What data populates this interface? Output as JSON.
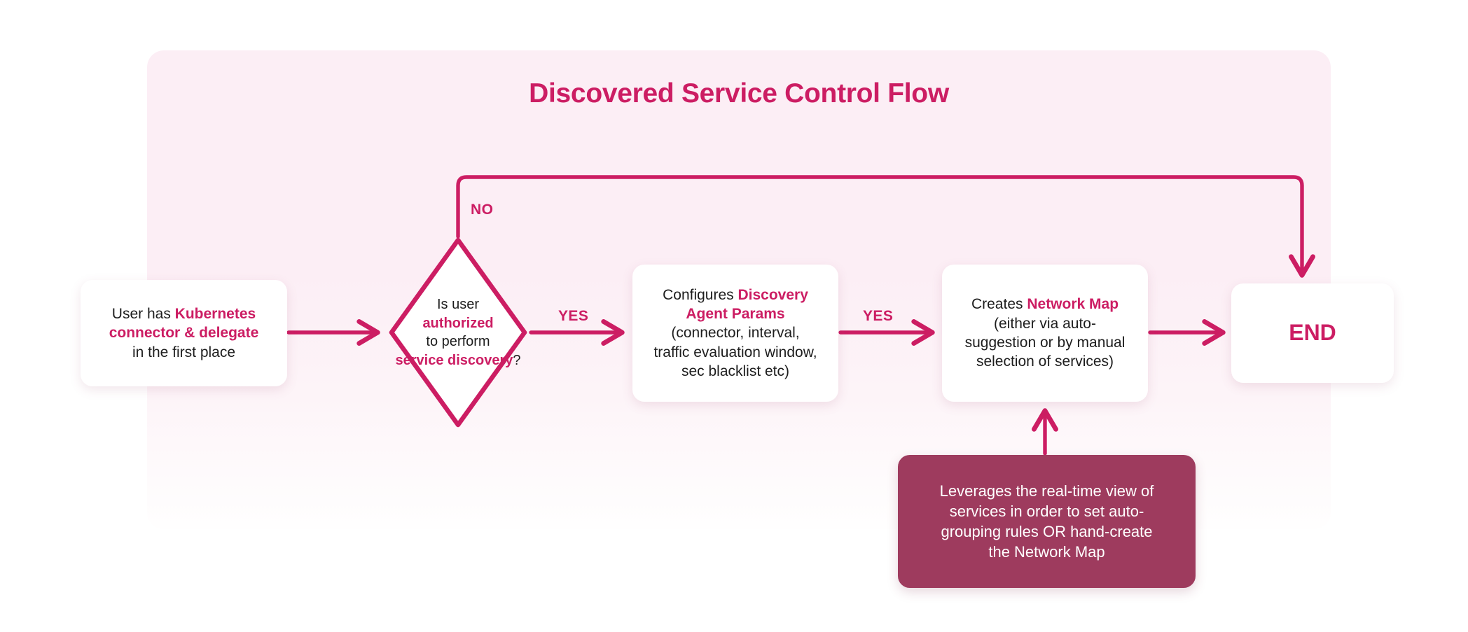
{
  "diagram": {
    "title": "Discovered Service Control Flow",
    "type": "flowchart",
    "colors": {
      "accent": "#CC1D63",
      "panel_background": "#FCEEF5",
      "note_background": "#9E3B5E",
      "card_background": "#FFFFFF",
      "text": "#1D1D1D",
      "page_background": "#FFFFFF"
    },
    "nodes": {
      "start": {
        "shape": "rounded-rectangle",
        "line1_plain": "User has ",
        "line1_highlight": "Kubernetes",
        "line2_highlight": "connector & delegate",
        "line3_plain": "in the first place"
      },
      "decision": {
        "shape": "diamond",
        "line1": "Is user",
        "line2_highlight": "authorized",
        "line3": "to perform",
        "line4_highlight": "service discovery",
        "line4_suffix": "?"
      },
      "configure": {
        "shape": "rounded-rectangle",
        "line1_plain": "Configures ",
        "line1_highlight": "Discovery",
        "line2_highlight": "Agent Params",
        "line3": "(connector, interval,",
        "line4": "traffic evaluation window,",
        "line5": "sec blacklist etc)"
      },
      "networkmap": {
        "shape": "rounded-rectangle",
        "line1_plain": "Creates ",
        "line1_highlight": "Network Map",
        "line2": "(either via auto-",
        "line3": "suggestion or by manual",
        "line4": "selection of services)"
      },
      "end": {
        "shape": "rounded-rectangle",
        "label": "END"
      },
      "note": {
        "shape": "rounded-rectangle-filled",
        "line1": "Leverages the real-time view of",
        "line2": "services in order to set auto-",
        "line3": "grouping rules OR hand-create",
        "line4": "the Network Map"
      }
    },
    "edges": [
      {
        "from": "start",
        "to": "decision",
        "label": ""
      },
      {
        "from": "decision",
        "to": "end",
        "label": "NO"
      },
      {
        "from": "decision",
        "to": "configure",
        "label": "YES"
      },
      {
        "from": "configure",
        "to": "networkmap",
        "label": "YES"
      },
      {
        "from": "networkmap",
        "to": "end",
        "label": ""
      },
      {
        "from": "note",
        "to": "networkmap",
        "label": ""
      }
    ],
    "labels": {
      "no": "NO",
      "yes_1": "YES",
      "yes_2": "YES"
    }
  }
}
